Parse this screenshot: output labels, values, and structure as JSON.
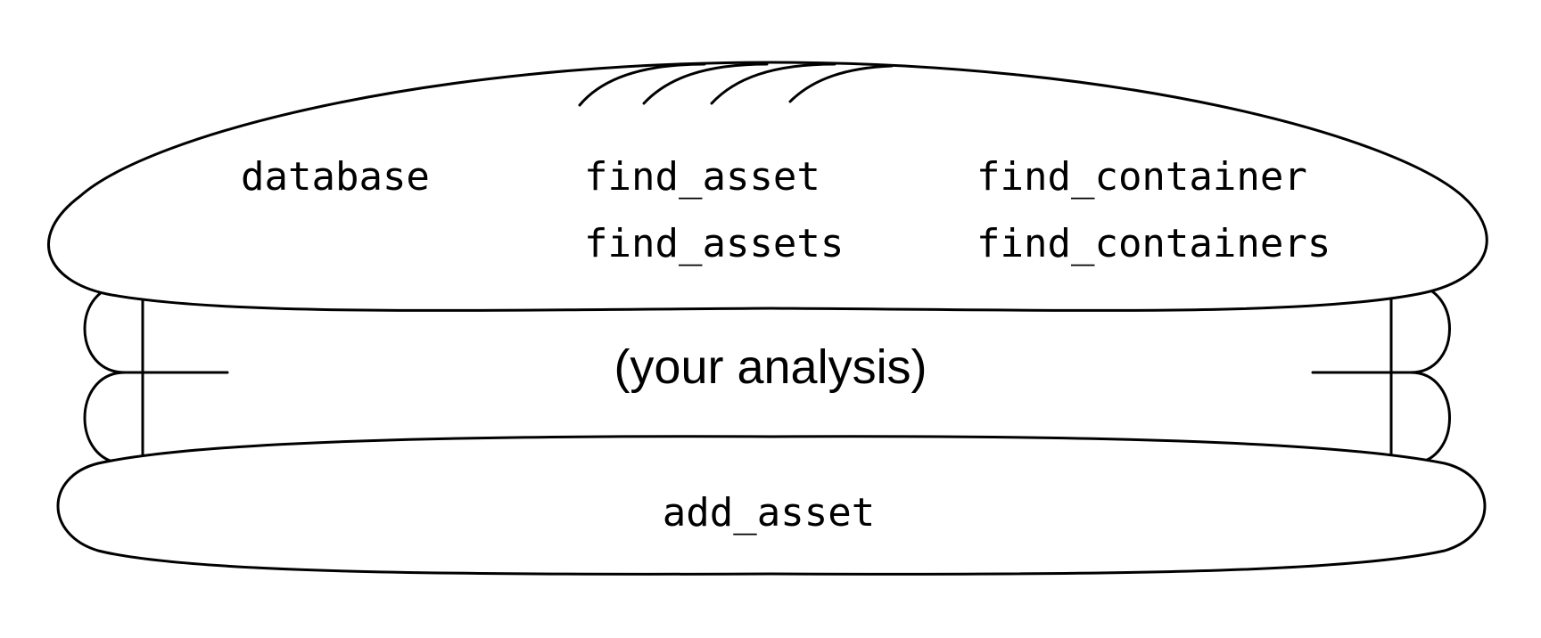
{
  "top_bun": {
    "items": [
      "database",
      "find_asset",
      "find_assets",
      "find_container",
      "find_containers"
    ]
  },
  "filling": {
    "label": "(your analysis)"
  },
  "bottom_bun": {
    "label": "add_asset"
  }
}
